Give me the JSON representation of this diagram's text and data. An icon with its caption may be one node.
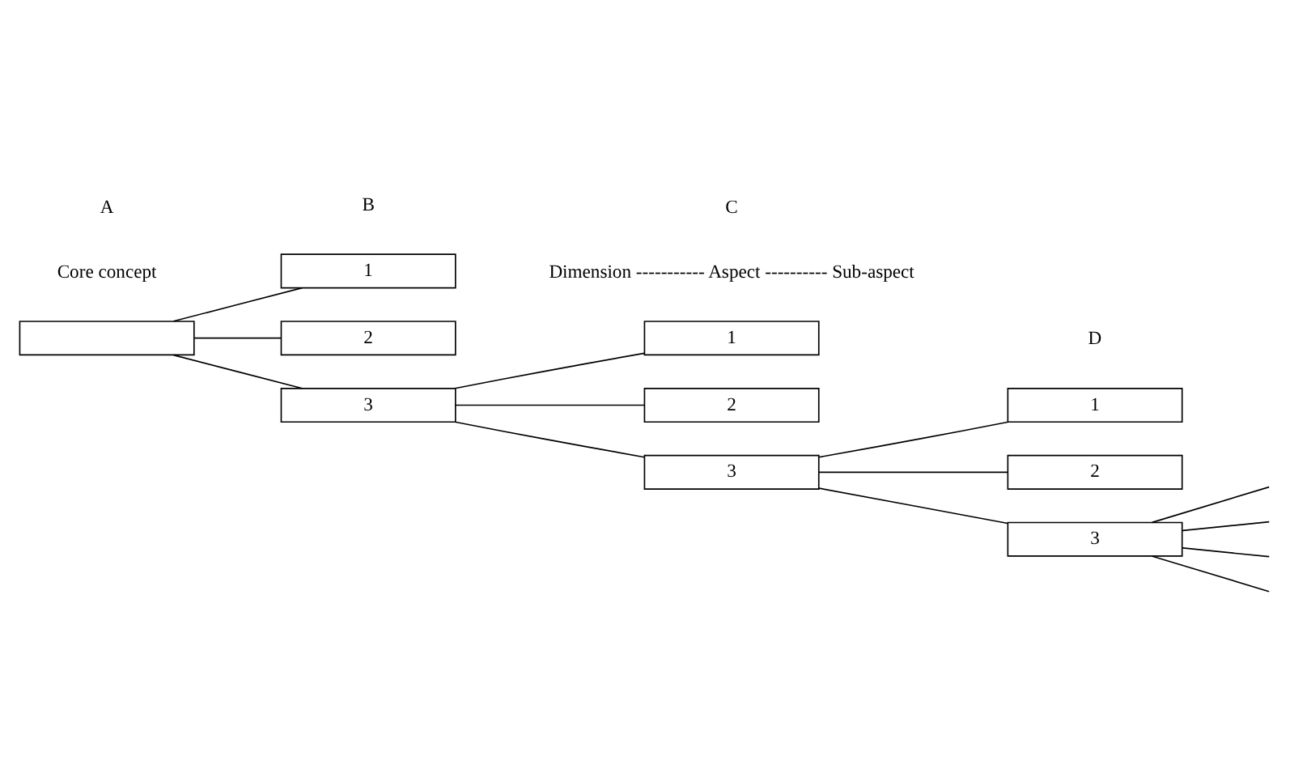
{
  "diagram": {
    "nodes": [
      {
        "text": [],
        "shape": "box"
      },
      {
        "text": [
          "1"
        ]
      },
      {
        "text": [
          "2"
        ]
      },
      {
        "text": [
          "3"
        ]
      },
      {
        "text": [
          "1"
        ]
      },
      {
        "text": [
          "2"
        ]
      },
      {
        "text": [
          "3"
        ]
      },
      {
        "text": [
          "1"
        ]
      },
      {
        "text": [
          "2"
        ]
      },
      {
        "text": [
          "3"
        ]
      }
    ],
    "edges": [
      {
        "from": 0,
        "to": 1,
        "arrow": "none"
      },
      {
        "from": 0,
        "to": 2,
        "arrow": "none"
      },
      {
        "from": 0,
        "to": 3,
        "arrow": "none"
      },
      {
        "from": 3,
        "to": 4,
        "arrow": "none"
      },
      {
        "from": 3,
        "to": 5,
        "arrow": "none"
      },
      {
        "from": 3,
        "to": 6,
        "arrow": "none"
      },
      {
        "from": 6,
        "to": 7,
        "arrow": "none"
      },
      {
        "from": 6,
        "to": 8,
        "arrow": "none"
      },
      {
        "from": 6,
        "to": 9,
        "arrow": "none"
      },
      {
        "from": 9,
        "to": null,
        "arrow": "none"
      },
      {
        "from": 9,
        "to": null,
        "arrow": "none"
      },
      {
        "from": 9,
        "to": null,
        "arrow": "none"
      },
      {
        "from": 9,
        "to": null,
        "arrow": "none"
      }
    ],
    "labels": [
      "A",
      "B",
      "C",
      "D",
      "Core concept",
      "Dimension ----------- Aspect ---------- Sub-aspect"
    ]
  }
}
